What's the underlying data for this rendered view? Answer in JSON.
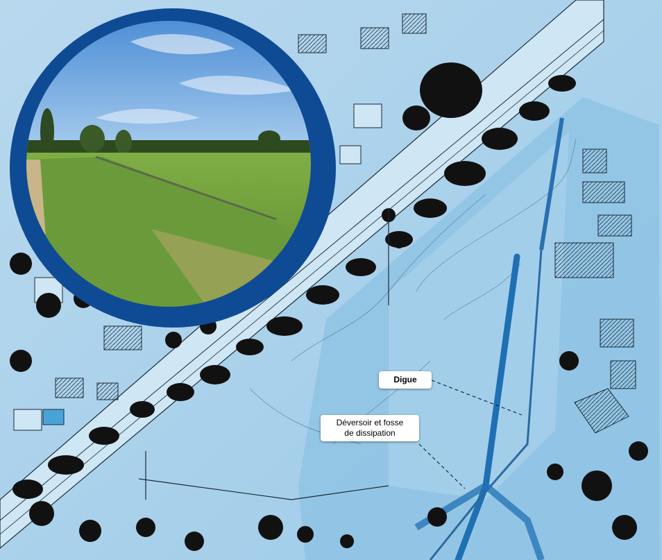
{
  "map": {
    "labels": {
      "digue": "Digue",
      "deversoir_line1": "Déversoir et fosse",
      "deversoir_line2": "de dissipation"
    },
    "colors": {
      "water_light": "#bfdcef",
      "water_mid": "#8ec2e3",
      "channel_dark": "#1f6fb3",
      "vegetation": "#111111",
      "ring": "#0f4a94"
    },
    "features": [
      "dike",
      "spillway",
      "drainage-channel",
      "tree-line",
      "buildings",
      "contour-lines"
    ]
  },
  "photo": {
    "subject": "grassy embankment with shallow ditch under blue sky",
    "colors": {
      "sky": "#6ea8e0",
      "grass": "#6b9a3a",
      "trees": "#2d4a1e"
    }
  }
}
